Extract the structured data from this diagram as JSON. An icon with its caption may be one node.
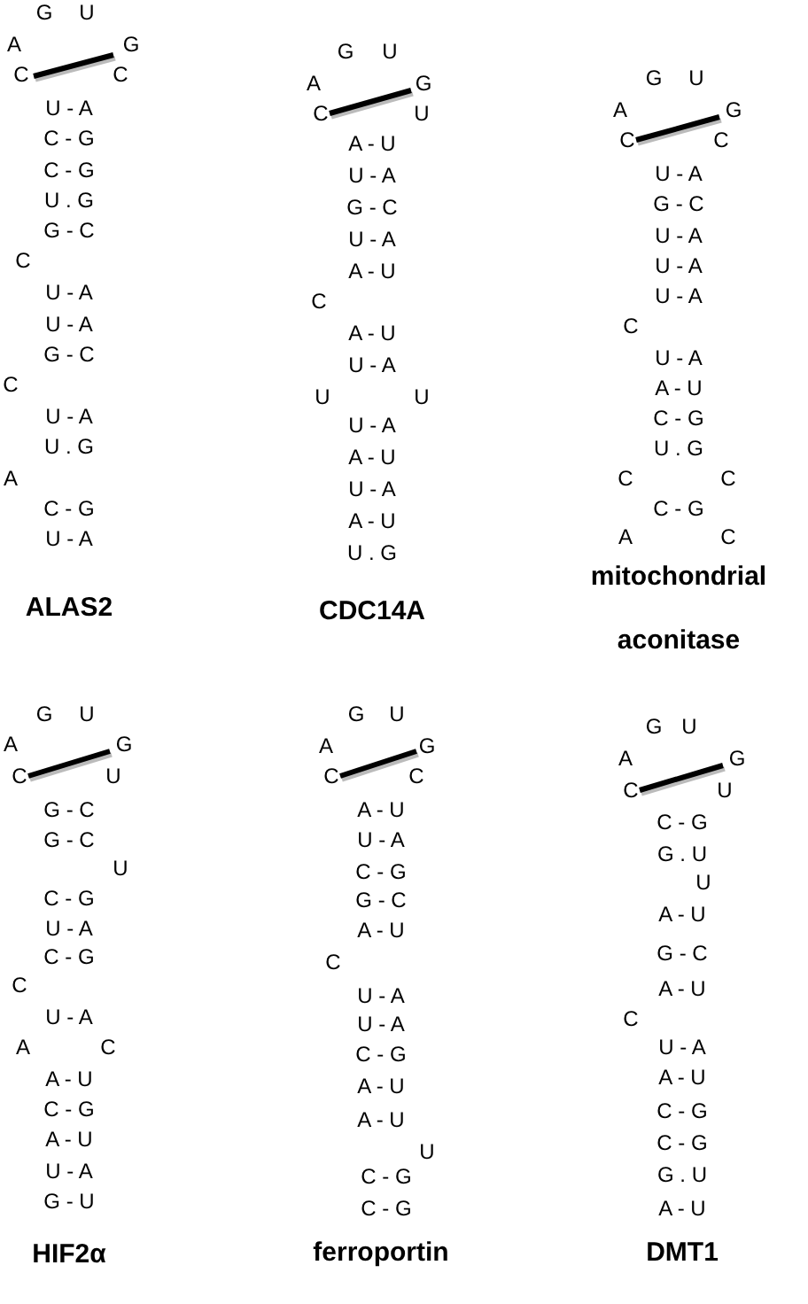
{
  "diagram": {
    "labels": [
      "G",
      "U",
      "A",
      "G",
      "C",
      "C",
      "U - A",
      "C - G",
      "C - G",
      "U . G",
      "G - C",
      "C",
      "U - A",
      "U - A",
      "G - C",
      "C",
      "U - A",
      "U . G",
      "A",
      "C - G",
      "U - A",
      "ALAS2",
      "G",
      "U",
      "A",
      "G",
      "C",
      "U",
      "A - U",
      "U - A",
      "G - C",
      "U - A",
      "A - U",
      "C",
      "A - U",
      "U - A",
      "U",
      "U",
      "U - A",
      "A - U",
      "U - A",
      "A - U",
      "U . G",
      "CDC14A",
      "G",
      "U",
      "A",
      "G",
      "C",
      "C",
      "U - A",
      "G - C",
      "U - A",
      "U - A",
      "U - A",
      "C",
      "U - A",
      "A - U",
      "C - G",
      "U . G",
      "C",
      "C",
      "C - G",
      "A",
      "C",
      "mitochondrial aconitase",
      "G",
      "U",
      "A",
      "G",
      "C",
      "U",
      "G - C",
      "G - C",
      "U",
      "C - G",
      "U - A",
      "C - G",
      "C",
      "U - A",
      "A",
      "C",
      "A - U",
      "C - G",
      "A - U",
      "U - A",
      "G - U",
      "HIF2α",
      "G",
      "U",
      "A",
      "G",
      "C",
      "C",
      "A - U",
      "U - A",
      "C - G",
      "G - C",
      "A - U",
      "C",
      "U - A",
      "U - A",
      "C - G",
      "A - U",
      "A - U",
      "U",
      "C - G",
      "C - G",
      "ferroportin",
      "G",
      "U",
      "A",
      "G",
      "C",
      "U",
      "C - G",
      "G . U",
      "U",
      "A - U",
      "G - C",
      "A - U",
      "C",
      "U - A",
      "A - U",
      "C - G",
      "C - G",
      "G . U",
      "A - U",
      "DMT1"
    ]
  }
}
